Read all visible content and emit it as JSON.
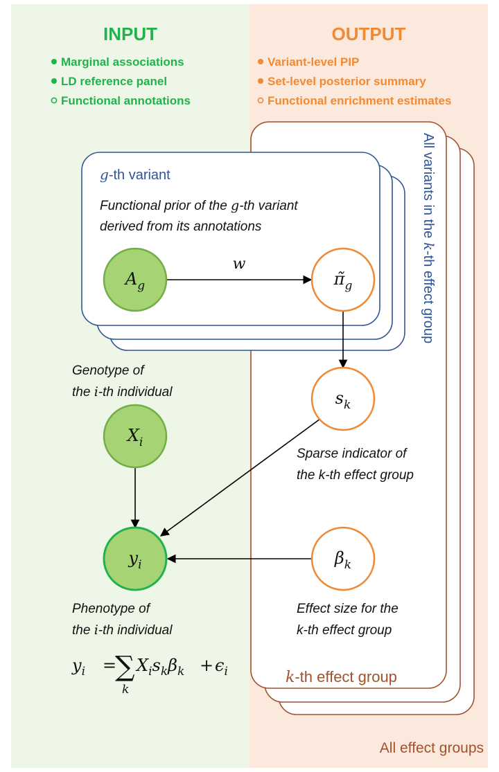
{
  "colors": {
    "input_panel": "#eef7e7",
    "output_panel": "#fbe9de",
    "input_text": "#22b14c",
    "output_text": "#f08a33",
    "node_green_fill": "#a6d475",
    "node_green_stroke": "#72ad47",
    "node_green_stroke_y": "#22b14c",
    "node_orange_stroke": "#ee8a35",
    "variant_plate": "#2f5597",
    "effect_plate": "#a0522d"
  },
  "input": {
    "heading": "INPUT",
    "items": [
      {
        "bullet": "filled",
        "label": "Marginal associations"
      },
      {
        "bullet": "filled",
        "label": "LD reference panel"
      },
      {
        "bullet": "open",
        "label": "Functional annotations"
      }
    ]
  },
  "output": {
    "heading": "OUTPUT",
    "items": [
      {
        "bullet": "filled",
        "label": "Variant-level PIP"
      },
      {
        "bullet": "filled",
        "label": "Set-level posterior summary"
      },
      {
        "bullet": "open",
        "label": "Functional enrichment estimates"
      }
    ]
  },
  "variant_plate": {
    "title_var": "g",
    "title_rest": "-th variant",
    "desc_line1_pre": "Functional prior of the ",
    "desc_line1_var": "g",
    "desc_line1_post": "-th variant",
    "desc_line2": "derived from its annotations",
    "all_label_pre": "All variants in the ",
    "all_label_var": "k",
    "all_label_post": "-th effect group"
  },
  "effect_plate": {
    "title_var": "k",
    "title_rest": "-th effect group",
    "all_label": "All effect groups"
  },
  "nodes": {
    "A": {
      "base": "A",
      "sub": "g"
    },
    "pi": {
      "base": "π̃",
      "sub": "g"
    },
    "s": {
      "base": "s",
      "sub": "k"
    },
    "X": {
      "base": "X",
      "sub": "i"
    },
    "y": {
      "base": "y",
      "sub": "i"
    },
    "beta": {
      "base": "β",
      "sub": "k"
    }
  },
  "edges": {
    "w_label": "w"
  },
  "labels": {
    "genotype_line1": "Genotype of",
    "genotype_line2_pre": "the ",
    "genotype_line2_var": "i",
    "genotype_line2_post": "-th individual",
    "sparse_line1": "Sparse indicator of",
    "sparse_line2": "the k-th effect group",
    "effect_line1": "Effect size for the",
    "effect_line2": "k-th effect group",
    "phenotype_line1": "Phenotype of",
    "phenotype_line2_pre": "the ",
    "phenotype_line2_var": "i",
    "phenotype_line2_post": "-th individual"
  },
  "equation": {
    "lhs": "y",
    "lhs_sub": "i",
    "equals": "=",
    "sum": "∑",
    "sum_index": "k",
    "term_X": "X",
    "term_X_sub": "i",
    "term_s": "s",
    "term_s_sub": "k",
    "term_b": "β",
    "term_b_sub": "k",
    "plus": "+",
    "eps": "ϵ",
    "eps_sub": "i"
  }
}
